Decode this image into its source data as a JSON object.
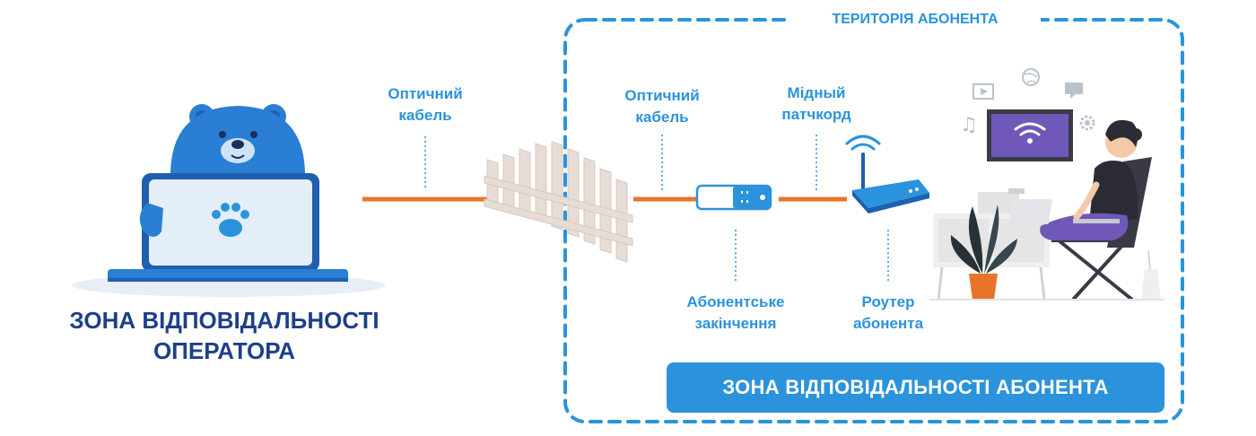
{
  "territory_title": "ТЕРИТОРІЯ АБОНЕНТА",
  "operator_zone": {
    "line1": "ЗОНА ВІДПОВІДАЛЬНОСТІ",
    "line2": "ОПЕРАТОРА"
  },
  "subscriber_zone_label": "ЗОНА ВІДПОВІДАЛЬНОСТІ АБОНЕНТА",
  "labels": {
    "fiber_outside": {
      "line1": "Оптичний",
      "line2": "кабель"
    },
    "fiber_inside": {
      "line1": "Оптичний",
      "line2": "кабель"
    },
    "copper_patch": {
      "line1": "Мідный",
      "line2": "патчкорд"
    },
    "terminal": {
      "line1": "Абонентське",
      "line2": "закінчення"
    },
    "router": {
      "line1": "Роутер",
      "line2": "абонента"
    }
  },
  "colors": {
    "accent_blue": "#2a93dc",
    "dark_blue": "#1e3f8a",
    "cable_orange": "#e8742a",
    "fence": "#e8ddd6"
  }
}
